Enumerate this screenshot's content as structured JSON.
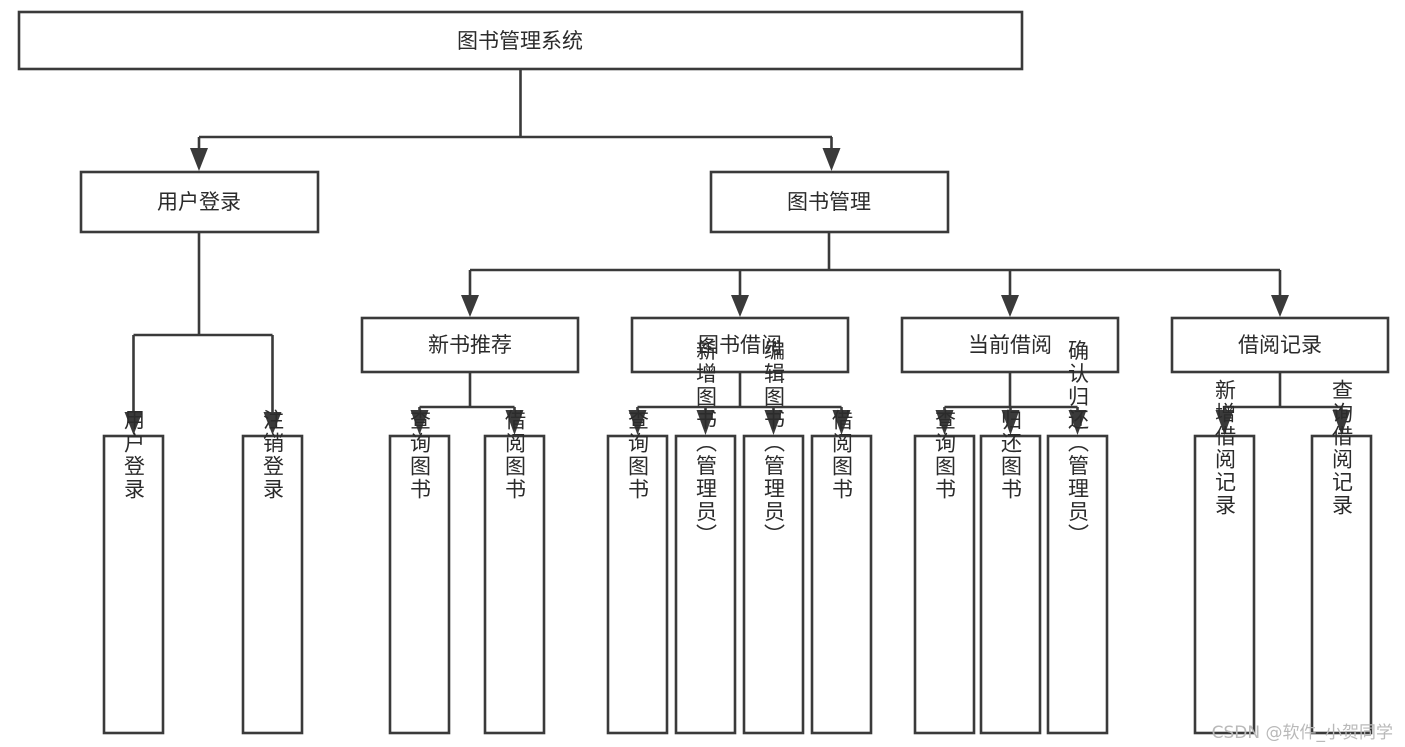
{
  "diagram": {
    "type": "tree-hierarchy",
    "title": "图书管理系统",
    "root": {
      "id": "root",
      "label": "图书管理系统"
    },
    "level1": [
      {
        "id": "user-login",
        "label": "用户登录"
      },
      {
        "id": "book-management",
        "label": "图书管理"
      }
    ],
    "level2": [
      {
        "id": "new-book-recommend",
        "label": "新书推荐",
        "parent": "book-management"
      },
      {
        "id": "book-borrow",
        "label": "图书借阅",
        "parent": "book-management"
      },
      {
        "id": "current-borrow",
        "label": "当前借阅",
        "parent": "book-management"
      },
      {
        "id": "borrow-record",
        "label": "借阅记录",
        "parent": "book-management"
      }
    ],
    "leaves": {
      "user-login": [
        {
          "id": "leaf-user-login",
          "label": "用户登录"
        },
        {
          "id": "leaf-user-logout",
          "label": "注销登录"
        }
      ],
      "new-book-recommend": [
        {
          "id": "leaf-query-book-1",
          "label": "查询图书"
        },
        {
          "id": "leaf-borrow-book-1",
          "label": "借阅图书"
        }
      ],
      "book-borrow": [
        {
          "id": "leaf-query-book-2",
          "label": "查询图书"
        },
        {
          "id": "leaf-add-book",
          "label": "新增图书（管理员）"
        },
        {
          "id": "leaf-edit-book",
          "label": "编辑图书（管理员）"
        },
        {
          "id": "leaf-borrow-book-2",
          "label": "借阅图书"
        }
      ],
      "current-borrow": [
        {
          "id": "leaf-query-book-3",
          "label": "查询图书"
        },
        {
          "id": "leaf-return-book",
          "label": "归还图书"
        },
        {
          "id": "leaf-confirm-return",
          "label": "确认归还（管理员）"
        }
      ],
      "borrow-record": [
        {
          "id": "leaf-add-record",
          "label": "新增借阅记录"
        },
        {
          "id": "leaf-query-record",
          "label": "查询借阅记录"
        }
      ]
    },
    "colors": {
      "stroke": "#3a3a3a",
      "fill": "#ffffff",
      "text": "#2b2b2b",
      "watermark": "#b9b9b9",
      "background": "#ffffff"
    }
  },
  "watermark": {
    "text": "CSDN @软件_小贺同学"
  }
}
